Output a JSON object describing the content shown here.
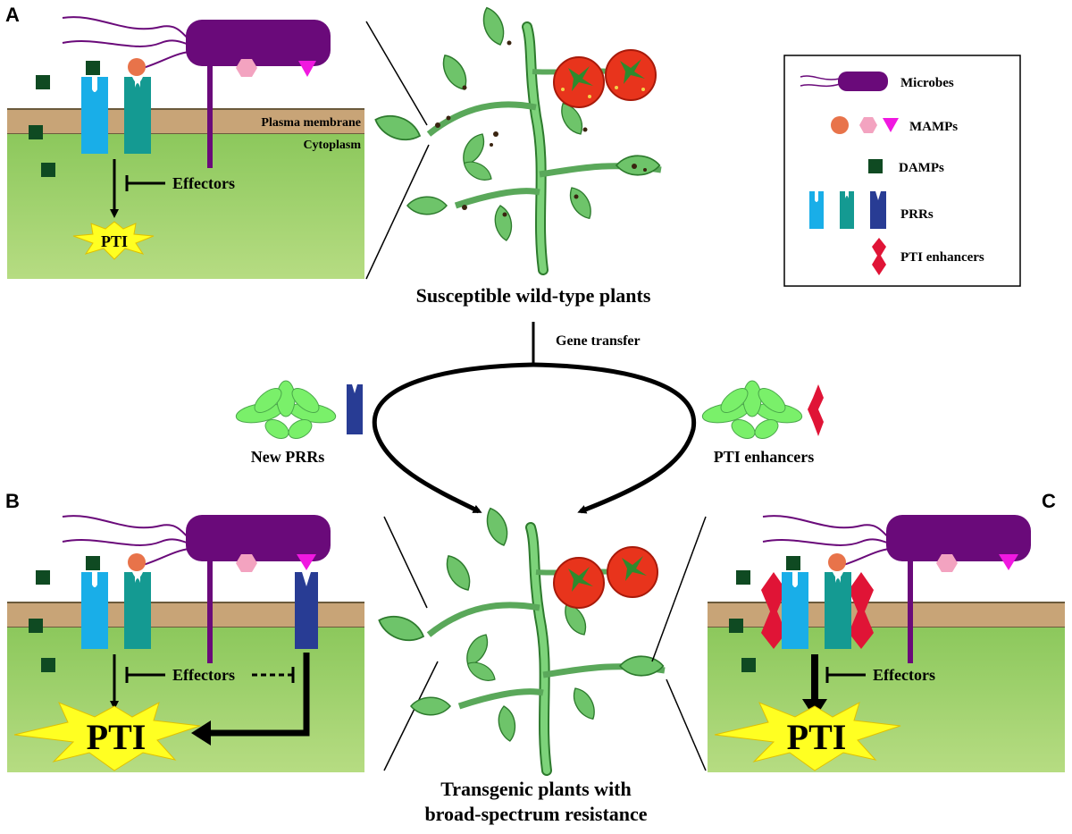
{
  "panels": {
    "a": {
      "letter": "A",
      "membrane_label": "Plasma membrane",
      "cytoplasm_label": "Cytoplasm",
      "effectors_label": "Effectors",
      "pti_label": "PTI"
    },
    "b": {
      "letter": "B",
      "effectors_label": "Effectors",
      "pti_label": "PTI"
    },
    "c": {
      "letter": "C",
      "effectors_label": "Effectors",
      "pti_label": "PTI"
    }
  },
  "center": {
    "top_caption": "Susceptible wild-type plants",
    "gene_transfer_label": "Gene transfer",
    "new_prrs_label": "New PRRs",
    "pti_enhancers_label": "PTI enhancers",
    "bottom_caption_line1": "Transgenic plants with",
    "bottom_caption_line2": "broad-spectrum resistance"
  },
  "legend": {
    "items": [
      {
        "icon": "microbe-icon",
        "label": "Microbes"
      },
      {
        "icon": "mamp-icons",
        "label": "MAMPs"
      },
      {
        "icon": "damp-icon",
        "label": "DAMPs"
      },
      {
        "icon": "prr-icons",
        "label": "PRRs"
      },
      {
        "icon": "pti-enhancer-icon",
        "label": "PTI enhancers"
      }
    ]
  },
  "colors": {
    "membrane": "#c8a477",
    "cytoplasm": "#9fcf6a",
    "microbe": "#6a0a7a",
    "prr_light_blue": "#19aee8",
    "prr_teal": "#149a92",
    "prr_navy": "#283c94",
    "mamp_orange": "#e8734a",
    "mamp_pink": "#f3a3c0",
    "mamp_magenta": "#f018e0",
    "damp": "#0f4a22",
    "pti_burst": "#ffff22",
    "enhancer_red": "#e01436",
    "leaf": "#6ec46a",
    "tomato": "#e8341c"
  }
}
